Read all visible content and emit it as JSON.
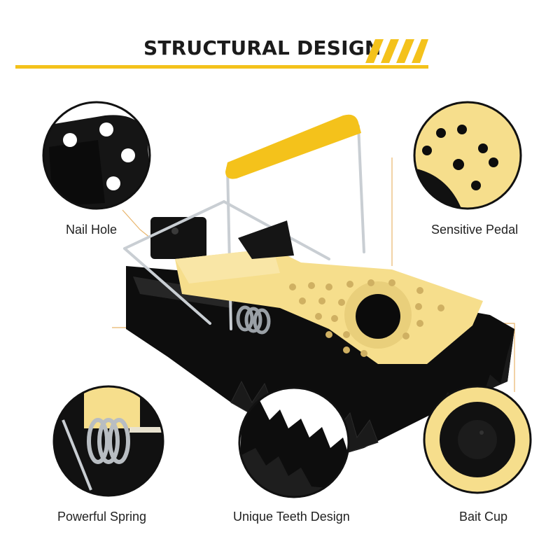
{
  "title": "STRUCTURAL DESIGN",
  "colors": {
    "accent": "#f4c21b",
    "pedal": "#f7de8a",
    "trap_body": "#111111",
    "wire": "#c9ced3"
  },
  "callouts": {
    "nail_hole": "Nail Hole",
    "sensitive_pedal": "Sensitive Pedal",
    "powerful_spring": "Powerful Spring",
    "unique_teeth": "Unique Teeth Design",
    "bait_cup": "Bait Cup"
  }
}
